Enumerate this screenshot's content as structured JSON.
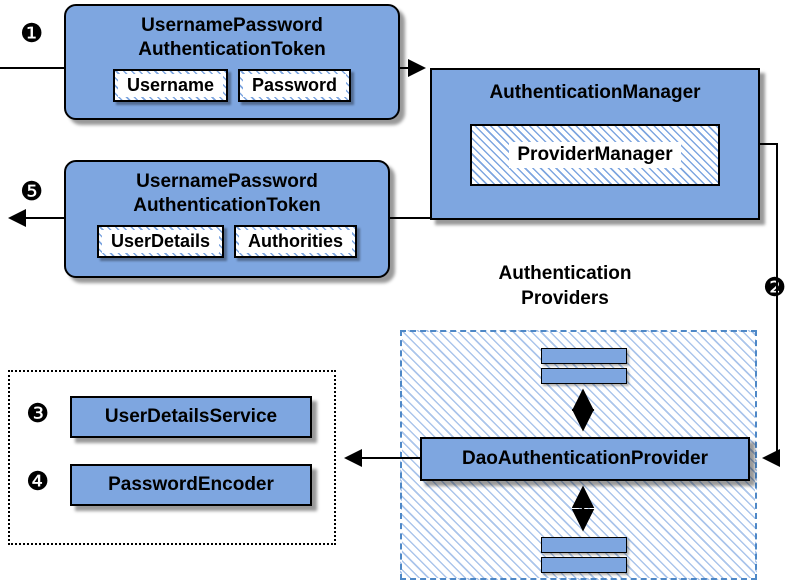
{
  "colors": {
    "box_blue": "#7EA6E0",
    "hatch_blue": "#7EA6E0",
    "dash_border": "#4E88C7",
    "shadow": "rgba(0,0,0,0.4)"
  },
  "steps": {
    "one": "❶",
    "two": "❷",
    "three": "❸",
    "four": "❹",
    "five": "❺"
  },
  "token_request": {
    "title_line1": "UsernamePassword",
    "title_line2": "AuthenticationToken",
    "fields": [
      "Username",
      "Password"
    ]
  },
  "auth_manager": {
    "title": "AuthenticationManager",
    "provider_manager": "ProviderManager"
  },
  "token_response": {
    "title_line1": "UsernamePassword",
    "title_line2": "AuthenticationToken",
    "fields": [
      "UserDetails",
      "Authorities"
    ]
  },
  "providers": {
    "label_line1": "Authentication",
    "label_line2": "Providers",
    "dao": "DaoAuthenticationProvider"
  },
  "services": {
    "user_details_service": "UserDetailsService",
    "password_encoder": "PasswordEncoder"
  }
}
